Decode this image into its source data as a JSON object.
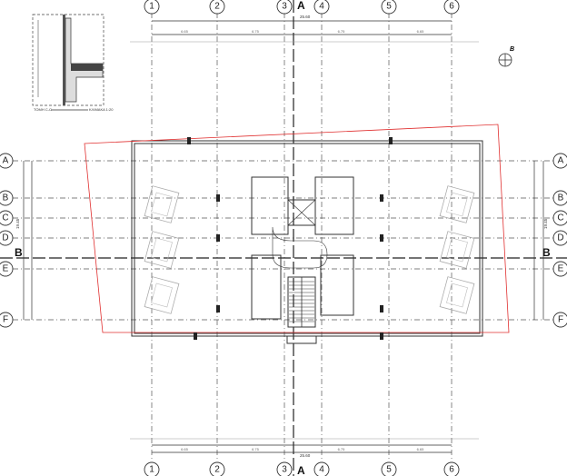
{
  "drawing": {
    "column_axes": [
      "1",
      "2",
      "3",
      "4",
      "5",
      "6"
    ],
    "row_axes": [
      "A",
      "B",
      "C",
      "D",
      "E",
      "F"
    ],
    "section_markers": {
      "vertical": "A",
      "horizontal": "B"
    },
    "overall_width": "25.60",
    "overall_height": "19.45",
    "column_spans": [
      "6.65",
      "6.75",
      "6.75",
      "6.65"
    ],
    "north_marker": "B",
    "detail": {
      "title": "ΤΟΜΗ C-C",
      "scale": "ΚΛΙΜΑΚΑ 1:20"
    },
    "colors": {
      "lines": "#333333",
      "site_boundary": "#e03030"
    }
  }
}
